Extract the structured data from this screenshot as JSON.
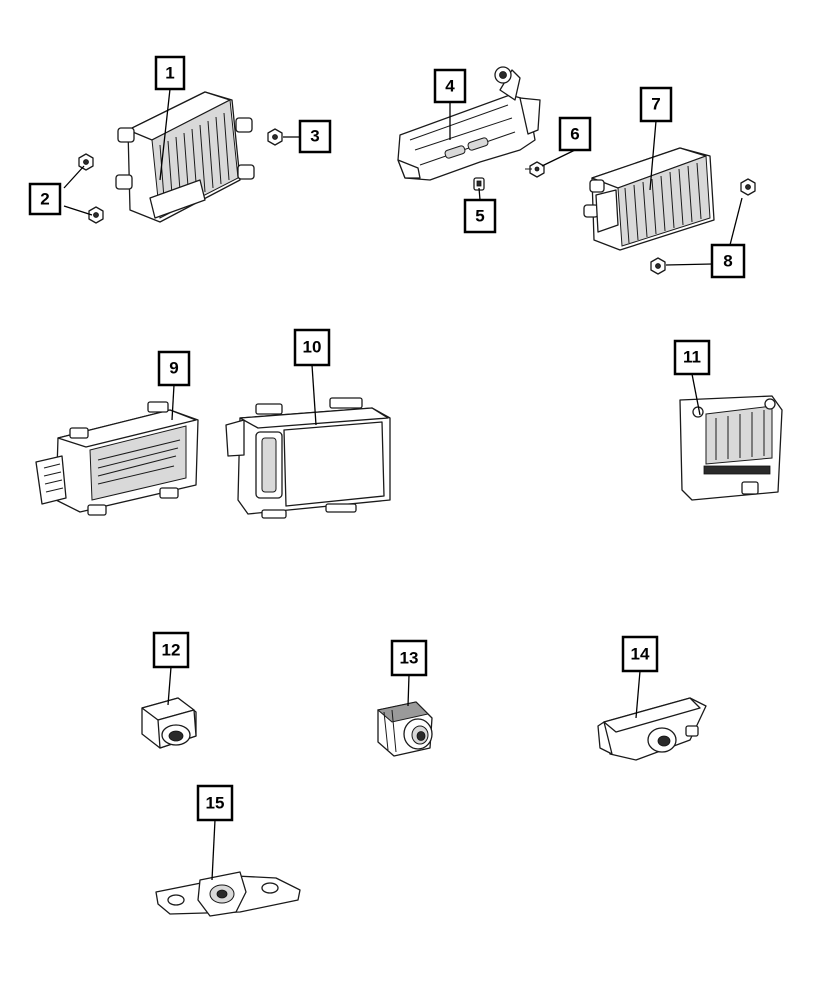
{
  "callouts": [
    {
      "id": "c1",
      "text": "1"
    },
    {
      "id": "c2",
      "text": "2"
    },
    {
      "id": "c3",
      "text": "3"
    },
    {
      "id": "c4",
      "text": "4"
    },
    {
      "id": "c5",
      "text": "5"
    },
    {
      "id": "c6",
      "text": "6"
    },
    {
      "id": "c7",
      "text": "7"
    },
    {
      "id": "c8",
      "text": "8"
    },
    {
      "id": "c9",
      "text": "9"
    },
    {
      "id": "c10",
      "text": "10"
    },
    {
      "id": "c11",
      "text": "11"
    },
    {
      "id": "c12",
      "text": "12"
    },
    {
      "id": "c13",
      "text": "13"
    },
    {
      "id": "c14",
      "text": "14"
    },
    {
      "id": "c15",
      "text": "15"
    }
  ],
  "colors": {
    "line": "#000000",
    "paper": "#ffffff"
  }
}
